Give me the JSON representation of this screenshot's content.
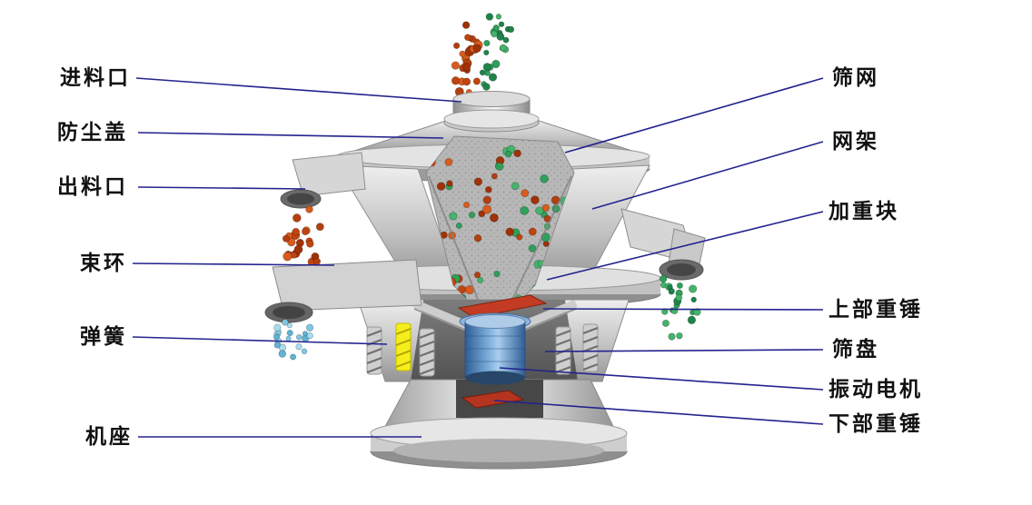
{
  "labels": {
    "left": [
      {
        "text": "进料口"
      },
      {
        "text": "防尘盖"
      },
      {
        "text": "出料口"
      },
      {
        "text": "束环"
      },
      {
        "text": "弹簧"
      },
      {
        "text": "机座"
      }
    ],
    "right": [
      {
        "text": "筛网"
      },
      {
        "text": "网架"
      },
      {
        "text": "加重块"
      },
      {
        "text": "上部重锤"
      },
      {
        "text": "筛盘"
      },
      {
        "text": "振动电机"
      },
      {
        "text": "下部重锤"
      }
    ]
  },
  "colors": {
    "leader_line": "#23238e",
    "label_text": "#111111",
    "particle_red": "#c1440e",
    "particle_green": "#2fa05a",
    "particle_blue": "#7ec8e3",
    "motor_blue": "#4a7ab5",
    "spring_highlight": "#f4ef1b",
    "weight_red": "#c0392b",
    "metal_light": "#e9e9e9",
    "metal_dark": "#909090"
  }
}
